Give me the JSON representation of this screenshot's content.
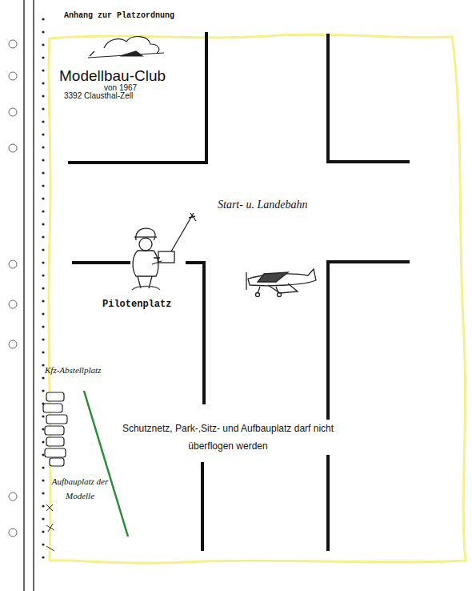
{
  "diagram": {
    "title": "Anhang zur Platzordnung",
    "labels": [
      "Modellbau-Club",
      "von 1967",
      "3392 Clausthal-Zell",
      "Start- u. Landebahn",
      "Pilotenplatz",
      "Kfz-Abstellplatz",
      "Schutznetz, Park-,Sitz- und Aufbauplatz darf nicht überflogen werden",
      "Aufbauplatz der Modelle"
    ]
  }
}
